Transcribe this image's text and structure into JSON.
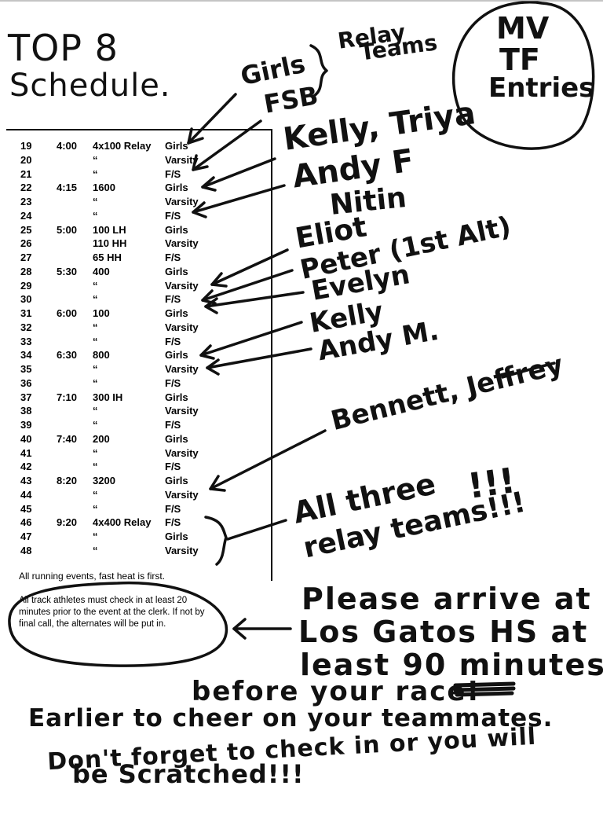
{
  "header": {
    "title_line1": "TOP 8",
    "title_line2": "Schedule."
  },
  "entries_circle": [
    "MV",
    "TF",
    "Entries"
  ],
  "relay_note": {
    "girls": "Girls",
    "fsb": "FSB",
    "relay_line1": "Relay",
    "relay_line2": "Teams"
  },
  "schedule_rows": [
    {
      "num": "19",
      "time": "4:00",
      "event": "4x100 Relay",
      "division": "Girls"
    },
    {
      "num": "20",
      "time": "",
      "event": "“",
      "division": "Varsity"
    },
    {
      "num": "21",
      "time": "",
      "event": "“",
      "division": "F/S"
    },
    {
      "num": "22",
      "time": "4:15",
      "event": "1600",
      "division": "Girls"
    },
    {
      "num": "23",
      "time": "",
      "event": "“",
      "division": "Varsity"
    },
    {
      "num": "24",
      "time": "",
      "event": "“",
      "division": "F/S"
    },
    {
      "num": "25",
      "time": "5:00",
      "event": "100 LH",
      "division": "Girls"
    },
    {
      "num": "26",
      "time": "",
      "event": "110 HH",
      "division": "Varsity"
    },
    {
      "num": "27",
      "time": "",
      "event": "65 HH",
      "division": "F/S"
    },
    {
      "num": "28",
      "time": "5:30",
      "event": "400",
      "division": "Girls"
    },
    {
      "num": "29",
      "time": "",
      "event": "“",
      "division": "Varsity"
    },
    {
      "num": "30",
      "time": "",
      "event": "“",
      "division": "F/S"
    },
    {
      "num": "31",
      "time": "6:00",
      "event": "100",
      "division": "Girls"
    },
    {
      "num": "32",
      "time": "",
      "event": "“",
      "division": "Varsity"
    },
    {
      "num": "33",
      "time": "",
      "event": "“",
      "division": "F/S"
    },
    {
      "num": "34",
      "time": "6:30",
      "event": "800",
      "division": "Girls"
    },
    {
      "num": "35",
      "time": "",
      "event": "“",
      "division": "Varsity"
    },
    {
      "num": "36",
      "time": "",
      "event": "“",
      "division": "F/S"
    },
    {
      "num": "37",
      "time": "7:10",
      "event": "300 IH",
      "division": "Girls"
    },
    {
      "num": "38",
      "time": "",
      "event": "“",
      "division": "Varsity"
    },
    {
      "num": "39",
      "time": "",
      "event": "“",
      "division": "F/S"
    },
    {
      "num": "40",
      "time": "7:40",
      "event": "200",
      "division": "Girls"
    },
    {
      "num": "41",
      "time": "",
      "event": "“",
      "division": "Varsity"
    },
    {
      "num": "42",
      "time": "",
      "event": "“",
      "division": "F/S"
    },
    {
      "num": "43",
      "time": "8:20",
      "event": "3200",
      "division": "Girls"
    },
    {
      "num": "44",
      "time": "",
      "event": "“",
      "division": "Varsity"
    },
    {
      "num": "45",
      "time": "",
      "event": "“",
      "division": "F/S"
    },
    {
      "num": "46",
      "time": "9:20",
      "event": "4x400 Relay",
      "division": "F/S"
    },
    {
      "num": "47",
      "time": "",
      "event": "“",
      "division": "Girls"
    },
    {
      "num": "48",
      "time": "",
      "event": "“",
      "division": "Varsity"
    }
  ],
  "athlete_notes": {
    "kelly_triya": "Kelly, Triya",
    "andy_f": "Andy F",
    "nitin": "Nitin",
    "eliot": "Eliot",
    "peter": "Peter (1st Alt)",
    "evelyn": "Evelyn",
    "kelly": "Kelly",
    "andy_m": "Andy M.",
    "bennett_jeffrey": "Bennett, Jeffrey",
    "all_three_line1": "All three",
    "all_three_exclaim": "!!!",
    "all_three_line2": "relay teams!!!"
  },
  "printed_notes": {
    "fast_heat": "All running events, fast heat is first.",
    "check_in": "All track athletes must check in at least 20 minutes prior to the event at the clerk.  If not by final call, the alternates will be put in."
  },
  "arrival_note": {
    "line1": "Please arrive at",
    "line2": "Los Gatos HS at",
    "line3": "least 90 minutes",
    "line4": "before your race!"
  },
  "footer_note": {
    "line1": "Earlier to cheer on your teammates.",
    "line2": "Don't forget to check in or you will",
    "line3": "be Scratched!!!"
  }
}
